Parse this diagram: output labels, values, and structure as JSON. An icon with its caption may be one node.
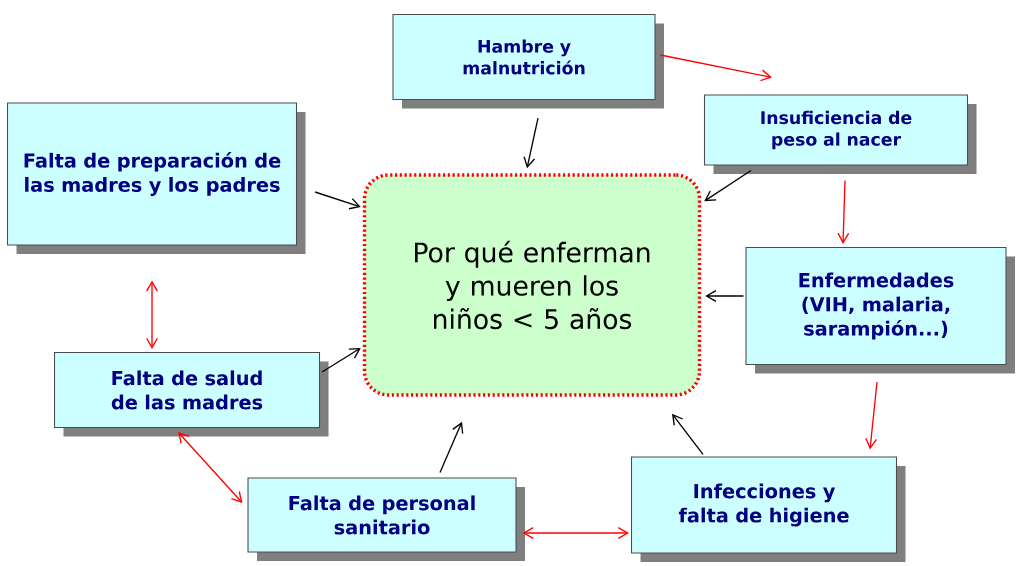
{
  "diagram": {
    "nodes": [
      {
        "text": [
          "Por qué enferman y mueren los niños < 5 años"
        ]
      },
      {
        "text": [
          "Hambre y malnutrición"
        ]
      },
      {
        "text": [
          "Insuficiencia de peso al nacer"
        ]
      },
      {
        "text": [
          "Falta de preparación de las madres y los padres"
        ]
      },
      {
        "text": [
          "Enfermedades (VIH, malaria, sarampión...)"
        ]
      },
      {
        "text": [
          "Falta de salud de las madres"
        ]
      },
      {
        "text": [
          "Falta de personal sanitario"
        ]
      },
      {
        "text": [
          "Infecciones y falta de higiene"
        ]
      }
    ],
    "edges": [
      {
        "from": 1,
        "to": 0,
        "arrow": "to"
      },
      {
        "from": 2,
        "to": 0,
        "arrow": "to"
      },
      {
        "from": 3,
        "to": 0,
        "arrow": "to"
      },
      {
        "from": 4,
        "to": 0,
        "arrow": "to"
      },
      {
        "from": 5,
        "to": 0,
        "arrow": "to"
      },
      {
        "from": 6,
        "to": 0,
        "arrow": "to"
      },
      {
        "from": 7,
        "to": 0,
        "arrow": "to"
      },
      {
        "from": 1,
        "to": 2,
        "arrow": "to",
        "color": "#ff0000"
      },
      {
        "from": 2,
        "to": 4,
        "arrow": "to",
        "color": "#ff0000"
      },
      {
        "from": 4,
        "to": 7,
        "arrow": "to",
        "color": "#ff0000"
      },
      {
        "from": 3,
        "to": 5,
        "arrow": "both",
        "color": "#ff0000"
      },
      {
        "from": 5,
        "to": 6,
        "arrow": "both",
        "color": "#ff0000"
      },
      {
        "from": 6,
        "to": 7,
        "arrow": "both",
        "color": "#ff0000"
      }
    ]
  }
}
